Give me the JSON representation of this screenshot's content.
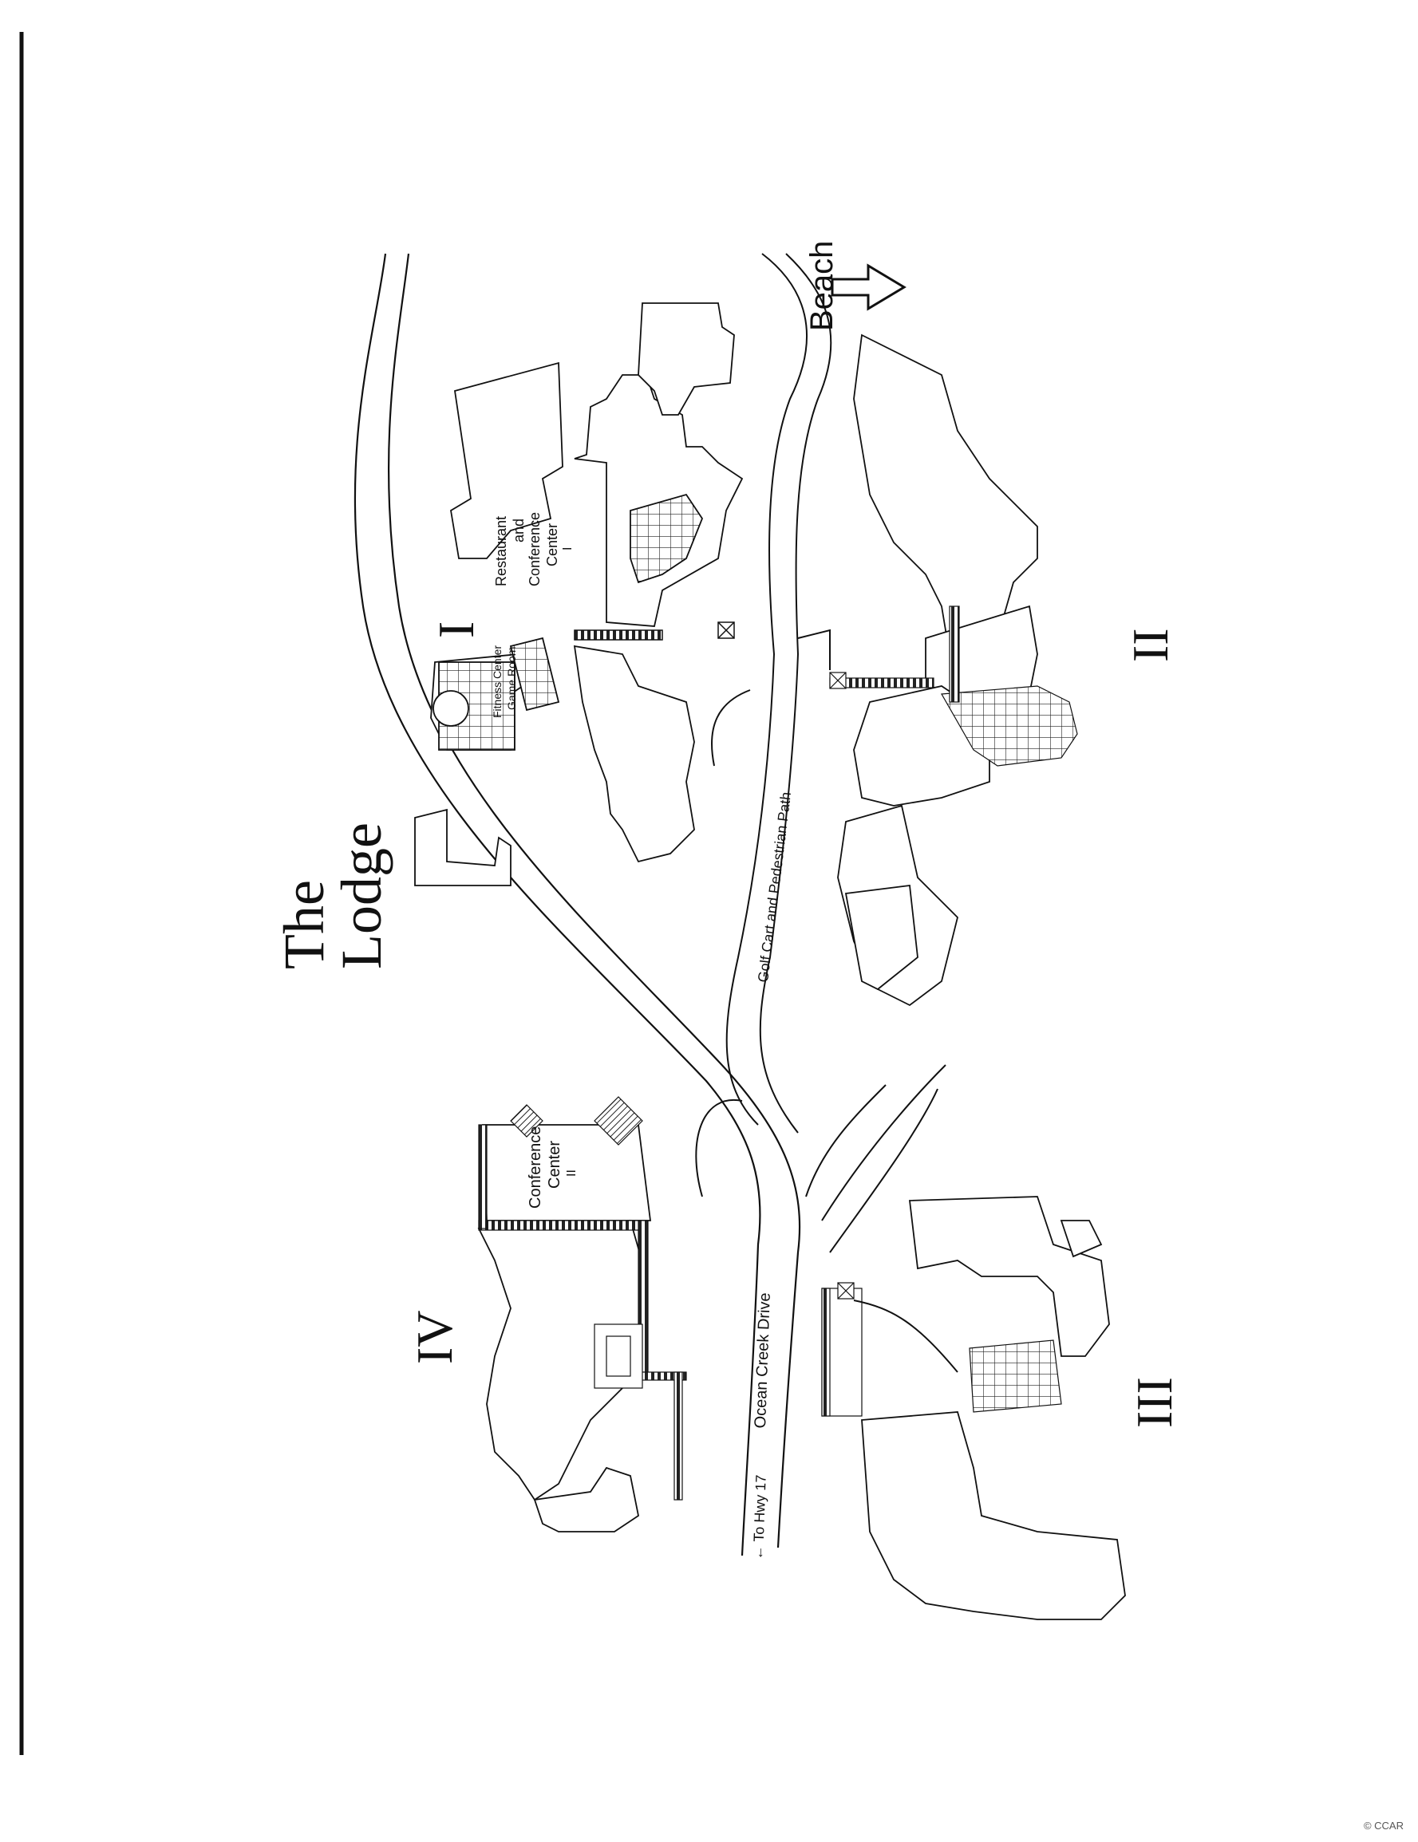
{
  "map": {
    "title_line1": "The",
    "title_line2": "Lodge",
    "beach_label": "Beach",
    "sections": {
      "s1": "I",
      "s2": "II",
      "s3": "III",
      "s4": "IV"
    },
    "restaurant_line1": "Restaurant",
    "restaurant_line2": "and",
    "restaurant_line3": "Conference",
    "restaurant_line4": "Center",
    "restaurant_line5": "I",
    "fitness_line1": "Fitness Center",
    "fitness_line2": "Game Room",
    "conf2_line1": "Conference",
    "conf2_line2": "Center",
    "conf2_line3": "II",
    "golf_path_label": "Golf Cart and Pedestrian Path",
    "ocean_creek_label": "Ocean Creek Drive",
    "hwy_label": "← To Hwy 17",
    "credit": "© CCAR"
  },
  "colors": {
    "ink": "#111111",
    "paper": "#ffffff",
    "hatch": "#333333"
  }
}
